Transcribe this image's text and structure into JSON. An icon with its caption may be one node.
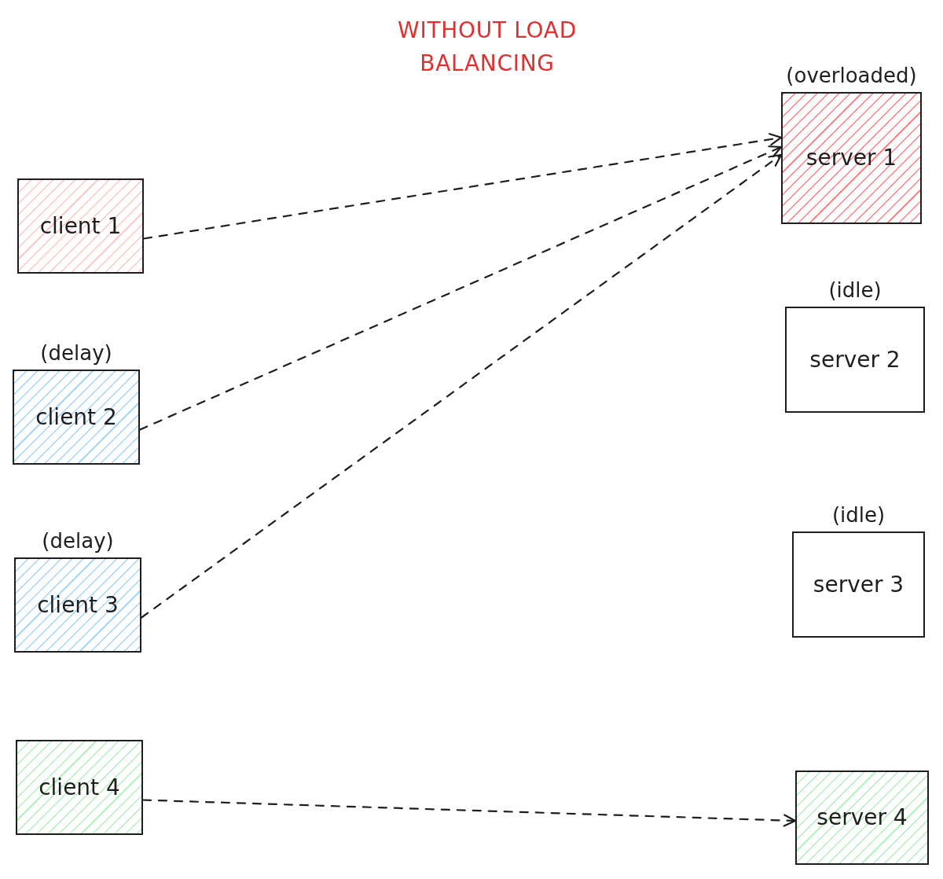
{
  "diagram": {
    "title": "WITHOUT LOAD BALANCING",
    "nodes": [
      {
        "text": [
          "client 1"
        ]
      },
      {
        "text": [
          "client 2"
        ],
        "beside": [
          "(delay)"
        ]
      },
      {
        "text": [
          "client 3"
        ],
        "beside": [
          "(delay)"
        ]
      },
      {
        "text": [
          "client 4"
        ]
      },
      {
        "text": [
          "server 1"
        ],
        "beside": [
          "(overloaded)"
        ]
      },
      {
        "text": [
          "server 2"
        ],
        "beside": [
          "(idle)"
        ]
      },
      {
        "text": [
          "server 3"
        ],
        "beside": [
          "(idle)"
        ]
      },
      {
        "text": [
          "server 4"
        ]
      }
    ],
    "edges": [
      {
        "from": 0,
        "to": 4,
        "arrow": "to",
        "style": "dashed"
      },
      {
        "from": 1,
        "to": 4,
        "arrow": "to",
        "style": "dashed"
      },
      {
        "from": 2,
        "to": 4,
        "arrow": "to",
        "style": "dashed"
      },
      {
        "from": 3,
        "to": 7,
        "arrow": "to",
        "style": "dashed"
      }
    ]
  }
}
